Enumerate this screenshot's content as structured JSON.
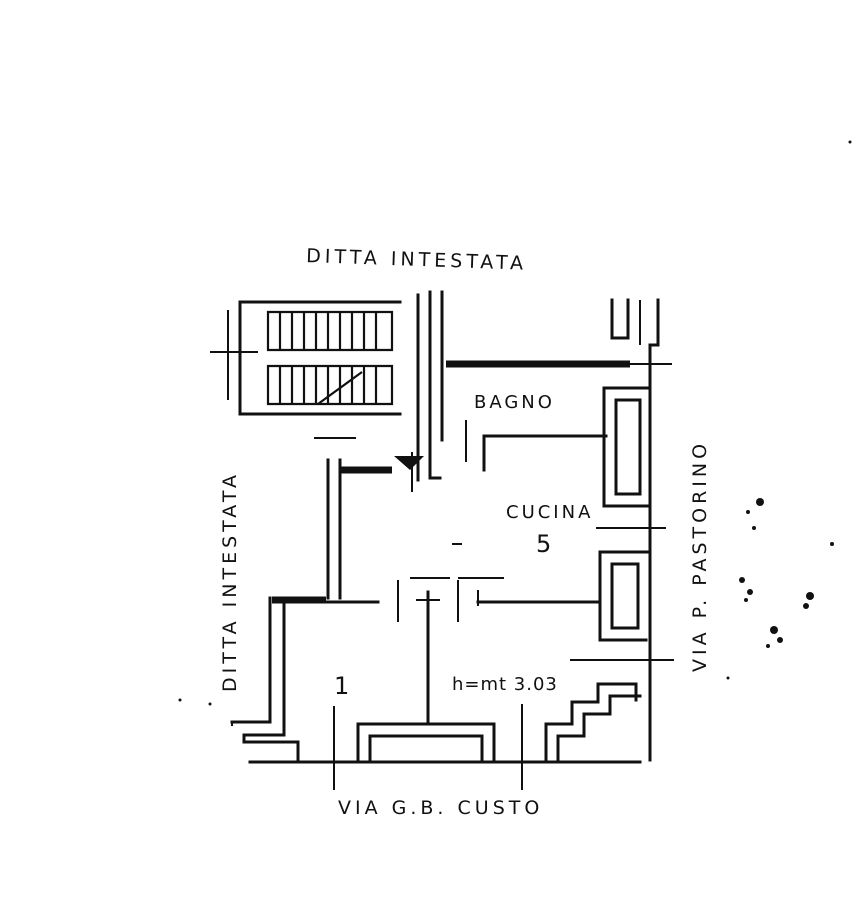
{
  "labels": {
    "ditta_top": "DITTA INTESTATA",
    "ditta_left": "DITTA INTESTATA",
    "via_right": "VIA P. PASTORINO",
    "via_bottom": "VIA G.B. CUSTO",
    "bagno": "BAGNO",
    "cucina": "CUCINA",
    "cucina_num": "5",
    "room_num": "1",
    "height": "h=mt 3.03"
  },
  "colors": {
    "ink": "#111111",
    "paper": "#ffffff"
  }
}
